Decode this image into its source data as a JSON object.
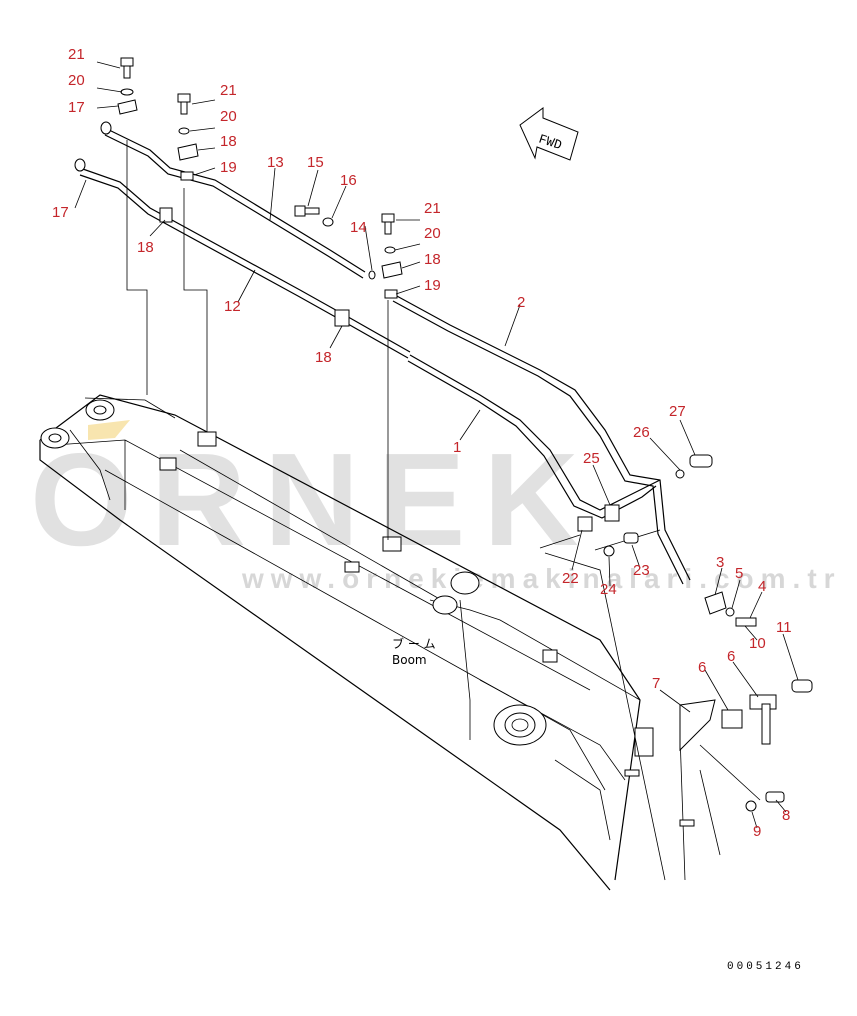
{
  "watermark": {
    "brand": "ORNEK",
    "url": "www.ornekiemakinalari.com.tr"
  },
  "direction_label": "FWD",
  "component_label_jp": "ブ ー ム",
  "component_label_en": "Boom",
  "drawing_number": "00051246",
  "callout_color": "#c4262b",
  "callouts": {
    "c21a": "21",
    "c20a": "20",
    "c17a": "17",
    "c17b": "17",
    "c21b": "21",
    "c20b": "20",
    "c18a": "18",
    "c19a": "19",
    "c13": "13",
    "c15": "15",
    "c16": "16",
    "c14": "14",
    "c21c": "21",
    "c20c": "20",
    "c18b": "18",
    "c19b": "19",
    "c18c": "18",
    "c12": "12",
    "c18d": "18",
    "c2": "2",
    "c1": "1",
    "c27": "27",
    "c26": "26",
    "c25": "25",
    "c22": "22",
    "c23": "23",
    "c24": "24",
    "c3": "3",
    "c5": "5",
    "c4": "4",
    "c10": "10",
    "c11": "11",
    "c7": "7",
    "c6a": "6",
    "c6b": "6",
    "c8": "8",
    "c9": "9"
  }
}
